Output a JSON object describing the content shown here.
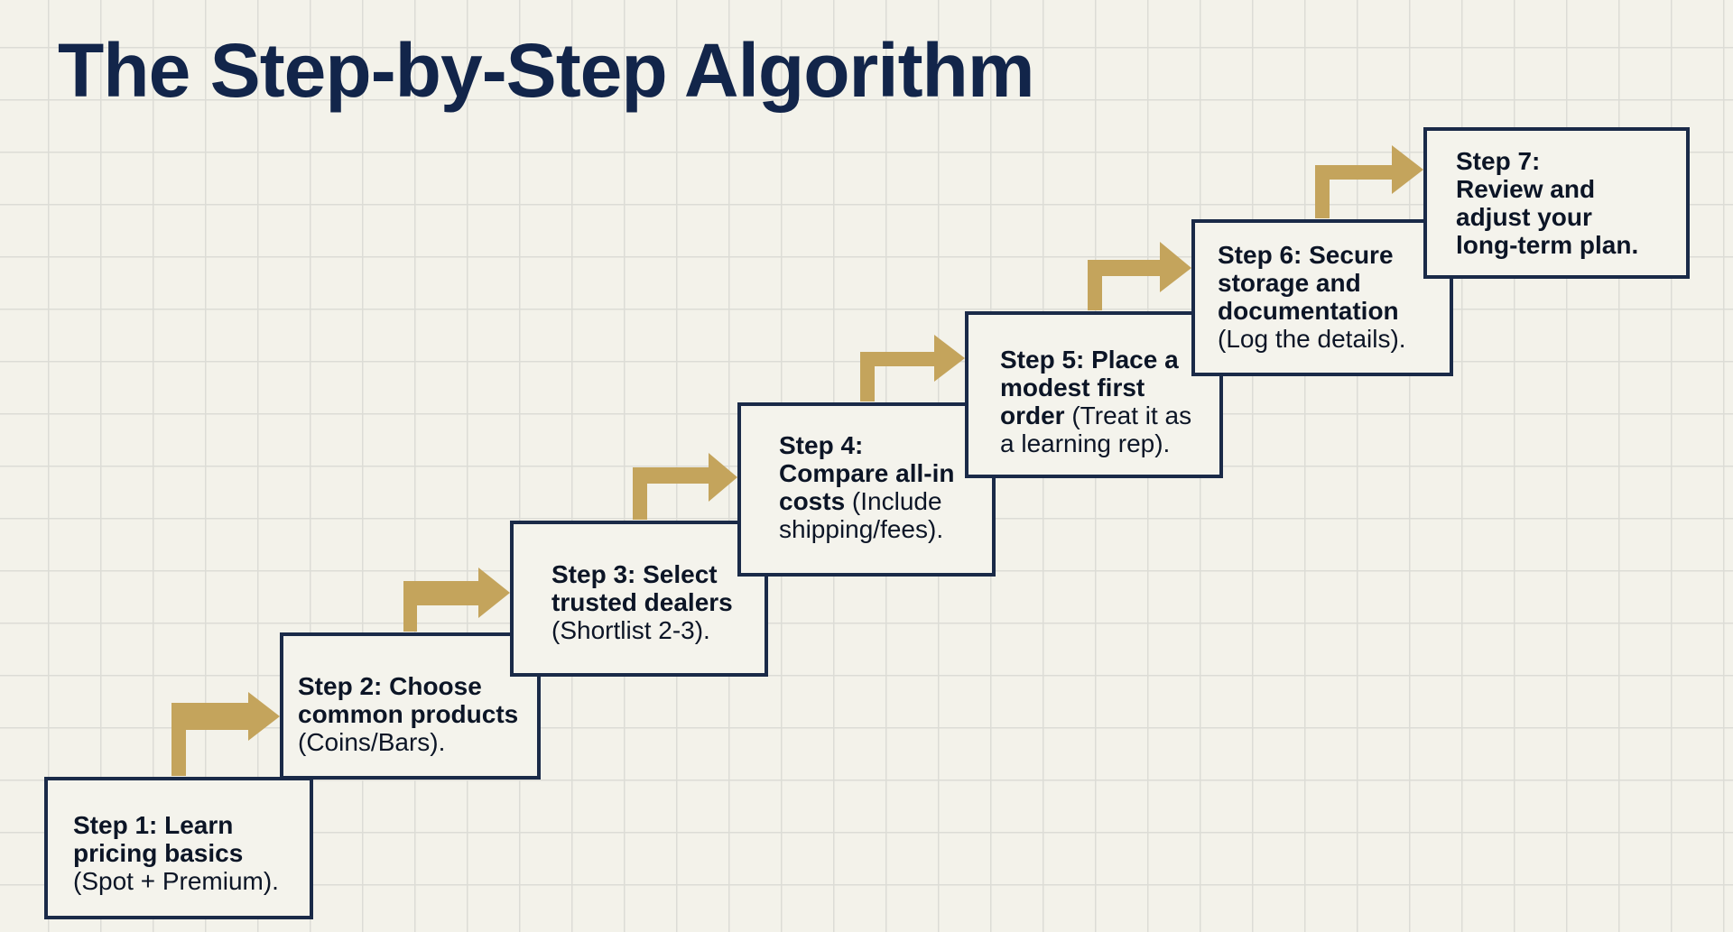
{
  "title": "The Step-by-Step Algorithm",
  "colors": {
    "background": "#f3f2ea",
    "title": "#12254a",
    "box_border": "#1a2a48",
    "arrow": "#c4a45c"
  },
  "steps": [
    {
      "lines": [
        "Step 1: Learn",
        "pricing basics"
      ],
      "note": "(Spot + Premium)."
    },
    {
      "lines": [
        "Step 2: Choose",
        "common products"
      ],
      "note": "(Coins/Bars)."
    },
    {
      "lines": [
        "Step 3: Select",
        "trusted dealers"
      ],
      "note": "(Shortlist 2-3)."
    },
    {
      "lines": [
        "Step 4:",
        "Compare all-in",
        "costs"
      ],
      "inline_note": " (Include",
      "note": "shipping/fees)."
    },
    {
      "lines": [
        "Step 5: Place a",
        "modest first",
        "order"
      ],
      "inline_note": " (Treat it as",
      "note": "a learning rep)."
    },
    {
      "lines": [
        "Step 6: Secure",
        "storage and",
        "documentation"
      ],
      "note": "(Log the details)."
    },
    {
      "lines": [
        "Step 7:",
        "Review and",
        "adjust your",
        "long-term plan."
      ]
    }
  ]
}
